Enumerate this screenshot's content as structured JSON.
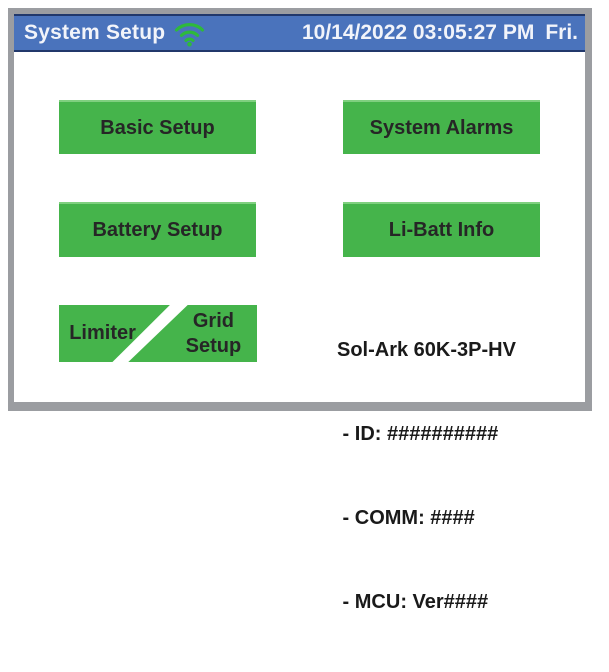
{
  "header": {
    "title": "System Setup",
    "datetime": "10/14/2022 03:05:27 PM",
    "day": "Fri."
  },
  "buttons": {
    "basic_setup": "Basic Setup",
    "system_alarms": "System Alarms",
    "battery_setup": "Battery Setup",
    "li_batt_info": "Li-Batt Info",
    "limiter": "Limiter",
    "grid_line1": "Grid",
    "grid_line2": "Setup"
  },
  "info": {
    "model": "Sol-Ark 60K-3P-HV",
    "id_line": " - ID: ##########",
    "comm_line": " - COMM: ####",
    "mcu_line": " - MCU: Ver####"
  },
  "colors": {
    "frame_gray": "#9b9da1",
    "header_blue": "#4a73bc",
    "header_edge": "#21386b",
    "button_green": "#45b44b",
    "wifi_green": "#2eb93c"
  }
}
